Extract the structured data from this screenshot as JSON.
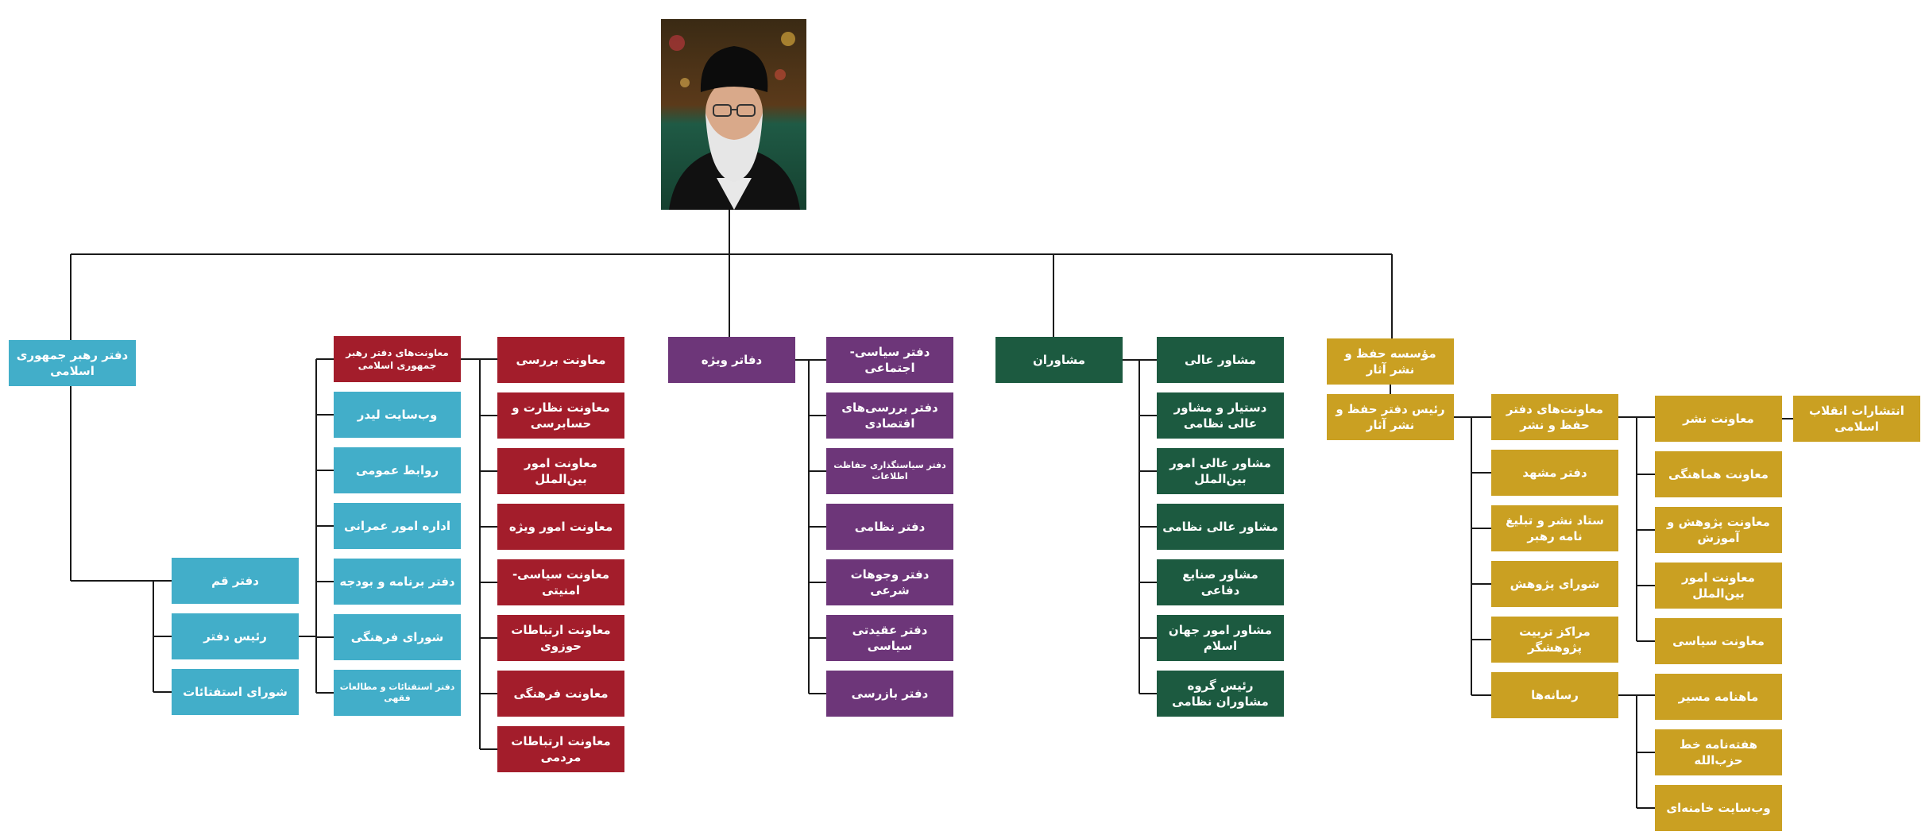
{
  "colors": {
    "teal": "#42aec9",
    "red": "#a31d2b",
    "purple": "#6d3679",
    "green": "#1c5a40",
    "gold": "#caa022",
    "connector": "#1a1a1a"
  },
  "portrait": {
    "icon": "leader-portrait-photo"
  },
  "teal": {
    "head": "دفتر رهبر جمهوری اسلامی",
    "left": [
      "دفتر قم",
      "رئیس دفتر",
      "شورای استفتائات"
    ],
    "col": [
      "معاونت‌های دفتر رهبر جمهوری اسلامی",
      "وب‌سایت لیدر",
      "روابط عمومی",
      "اداره امور عمرانی",
      "دفتر برنامه و بودجه",
      "شورای فرهنگی",
      "دفتر استفتائات و مطالعات فقهی"
    ]
  },
  "red": {
    "items": [
      "معاونت بررسی",
      "معاونت نظارت و حسابرسی",
      "معاونت امور بین‌الملل",
      "معاونت امور ویژه",
      "معاونت سیاسی-امنیتی",
      "معاونت ارتباطات حوزوی",
      "معاونت فرهنگی",
      "معاونت ارتباطات مردمی"
    ]
  },
  "purple": {
    "head": "دفاتر ویژه",
    "items": [
      "دفتر سیاسی-اجتماعی",
      "دفتر بررسی‌های اقتصادی",
      "دفتر سیاستگذاری حفاظت اطلاعات",
      "دفتر نظامی",
      "دفتر وجوهات شرعی",
      "دفتر عقیدتی سیاسی",
      "دفتر بازرسی"
    ]
  },
  "green": {
    "head": "مشاوران",
    "items": [
      "مشاور عالی",
      "دستیار و مشاور عالی نظامی",
      "مشاور عالی امور بین‌الملل",
      "مشاور عالی نظامی",
      "مشاور صنایع دفاعی",
      "مشاور امور جهان اسلام",
      "رئیس گروه مشاوران نظامی"
    ]
  },
  "gold": {
    "head": "مؤسسه حفظ و نشر آثار",
    "chief": "رئیس دفتر حفظ و نشر آثار",
    "col1": [
      "معاونت‌های دفتر حفظ و نشر",
      "دفتر مشهد",
      "ستاد نشر و تبلیغ نامه رهبر",
      "شورای پژوهش",
      "مراکز تربیت پژوهشگر",
      "رسانه‌ها"
    ],
    "col2": [
      "معاونت نشر",
      "معاونت هماهنگی",
      "معاونت پژوهش و آموزش",
      "معاونت امور بین‌الملل",
      "معاونت سیاسی"
    ],
    "publisher": "انتشارات انقلاب اسلامی",
    "media": [
      "ماهنامه مسیر",
      "هفته‌نامه خط حزب‌الله",
      "وب‌سایت خامنه‌ای"
    ]
  }
}
